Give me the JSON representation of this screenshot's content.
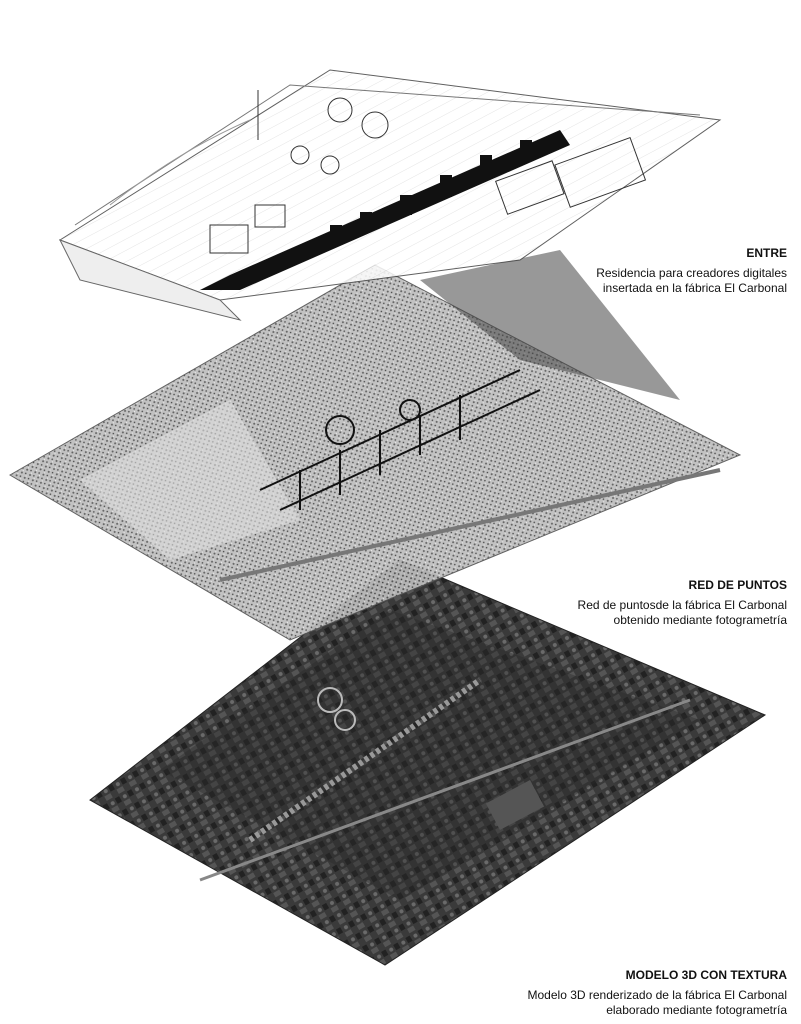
{
  "layers": [
    {
      "title": "ENTRE",
      "line1": "Residencia para creadores digitales",
      "line2": "insertada en la fábrica El Carbonal"
    },
    {
      "title": "RED DE PUNTOS",
      "line1": "Red de puntosde la fábrica El Carbonal",
      "line2": "obtenido mediante fotogrametría"
    },
    {
      "title": "MODELO 3D CON TEXTURA",
      "line1": "Modelo 3D renderizado de la fábrica El Carbonal",
      "line2": "elaborado mediante fotogrametría"
    }
  ]
}
